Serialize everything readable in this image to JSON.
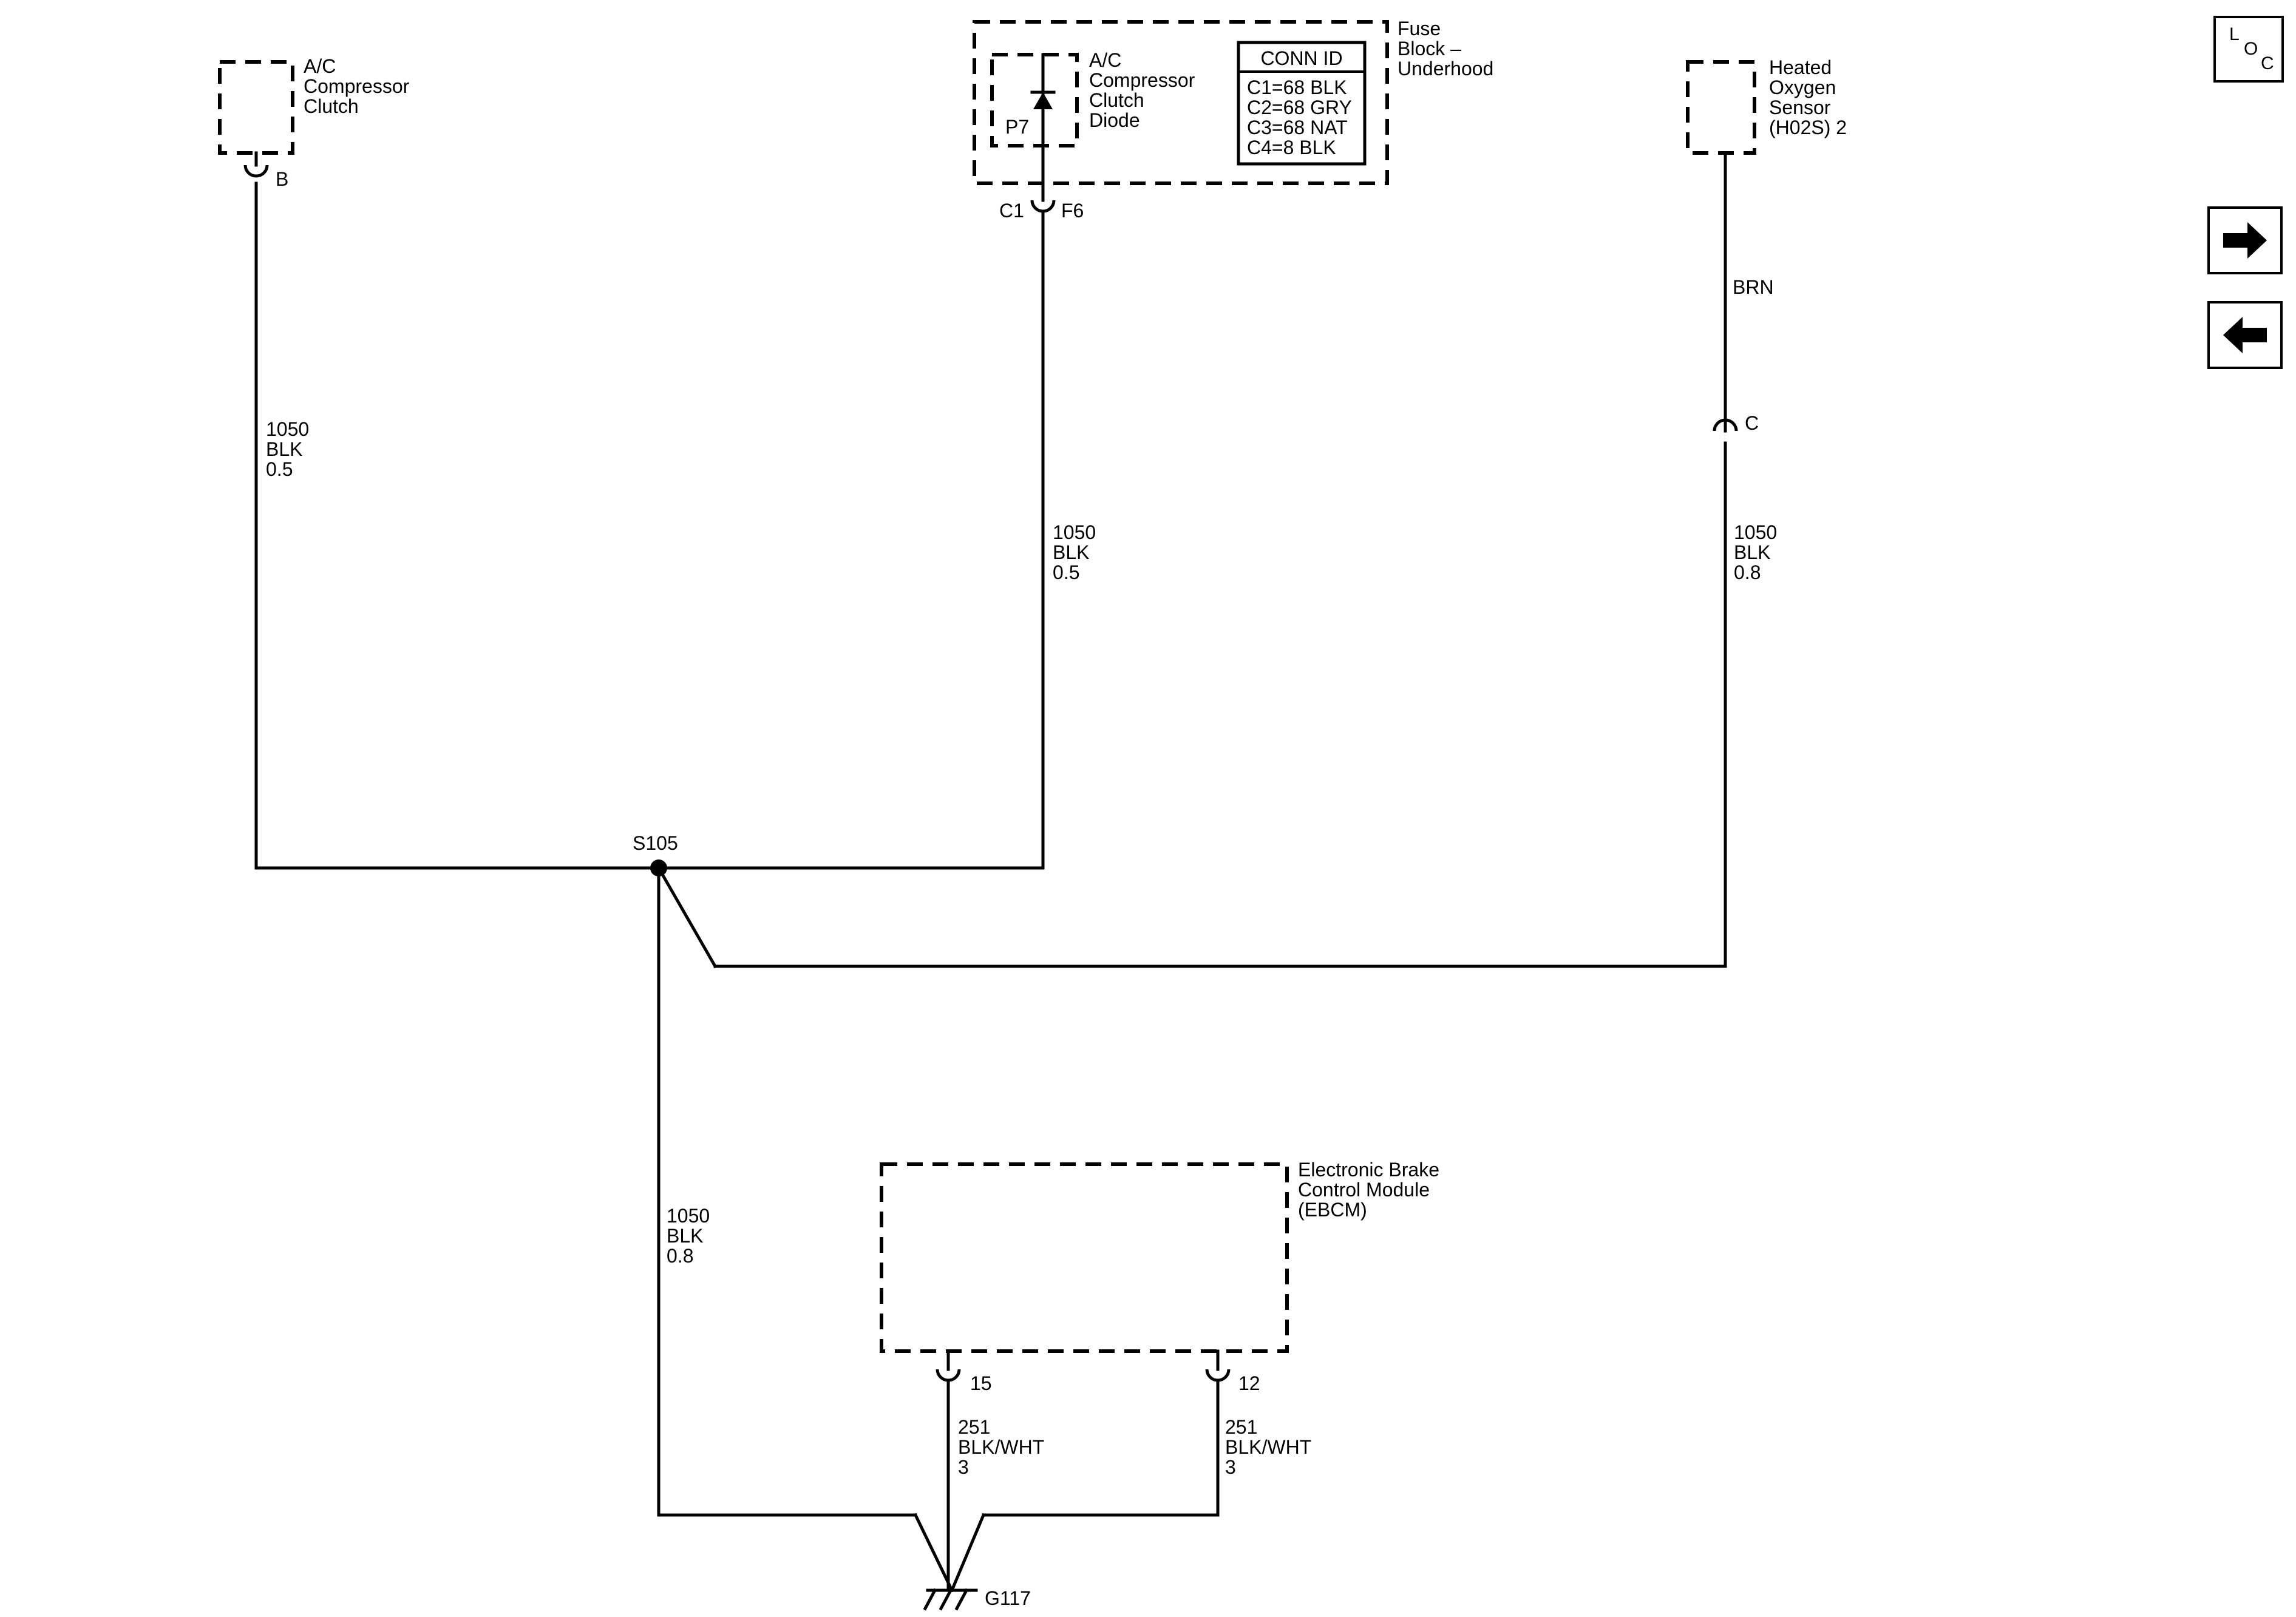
{
  "components": {
    "ac_clutch": {
      "name_lines": [
        "A/C",
        "Compressor",
        "Clutch"
      ],
      "pin": "B"
    },
    "fuse_block": {
      "name_lines": [
        "Fuse",
        "Block –",
        "Underhood"
      ],
      "connector": "C1",
      "pin": "F6"
    },
    "ac_diode": {
      "name_lines": [
        "A/C",
        "Compressor",
        "Clutch",
        "Diode"
      ],
      "ref": "P7"
    },
    "conn_id": {
      "title": "CONN ID",
      "rows": [
        "C1=68 BLK",
        "C2=68 GRY",
        "C3=68 NAT",
        "C4=8 BLK"
      ]
    },
    "h02s": {
      "name_lines": [
        "Heated",
        "Oxygen",
        "Sensor",
        "(H02S) 2"
      ],
      "wire_color": "BRN",
      "inline_pin": "C"
    },
    "ebcm": {
      "name_lines": [
        "Electronic Brake",
        "Control Module",
        "(EBCM)"
      ],
      "pin_left": "15",
      "pin_right": "12"
    }
  },
  "splice": "S105",
  "ground": "G117",
  "wires": {
    "clutch": [
      "1050",
      "BLK",
      "0.5"
    ],
    "diode": [
      "1050",
      "BLK",
      "0.5"
    ],
    "h02s": [
      "1050",
      "BLK",
      "0.8"
    ],
    "ground": [
      "1050",
      "BLK",
      "0.8"
    ],
    "ebcm_15": [
      "251",
      "BLK/WHT",
      "3"
    ],
    "ebcm_12": [
      "251",
      "BLK/WHT",
      "3"
    ]
  },
  "nav": {
    "loc": [
      "L",
      "O",
      "C"
    ],
    "forward_icon": "right-arrow-icon",
    "back_icon": "left-arrow-icon"
  }
}
